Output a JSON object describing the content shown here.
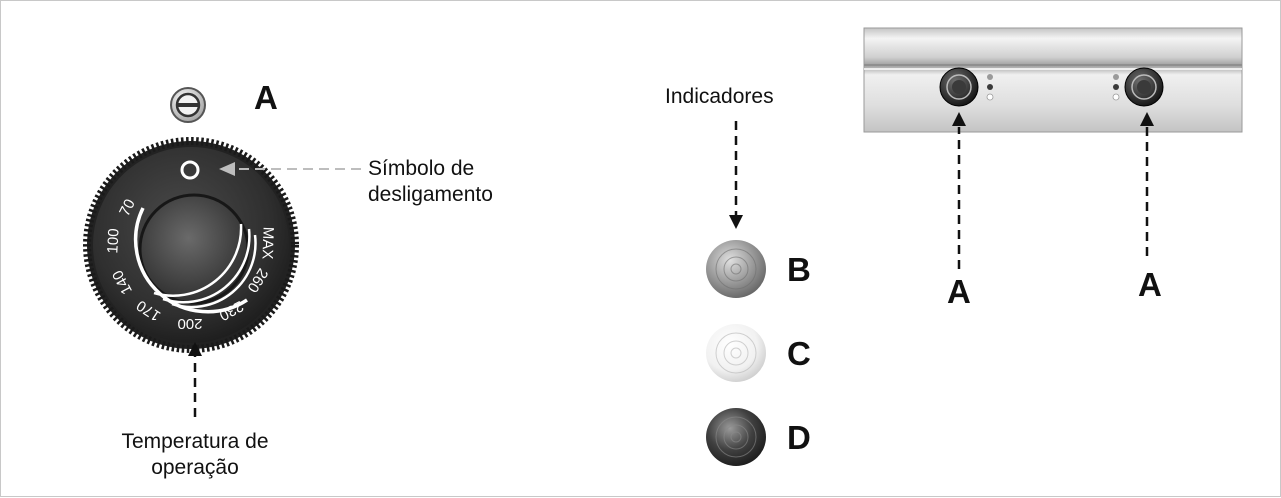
{
  "knob": {
    "letter": "A",
    "off_label_line1": "Símbolo de",
    "off_label_line2": "desligamento",
    "temp_label_line1": "Temperatura de",
    "temp_label_line2": "operação",
    "off_symbol": "O",
    "scale": [
      "70",
      "100",
      "140",
      "170",
      "200",
      "230",
      "260",
      "MAX"
    ]
  },
  "indicators": {
    "title": "Indicadores",
    "items": [
      {
        "letter": "B",
        "state": "gray"
      },
      {
        "letter": "C",
        "state": "white"
      },
      {
        "letter": "D",
        "state": "dark"
      }
    ]
  },
  "panel": {
    "knob_labels": [
      "A",
      "A"
    ]
  },
  "colors": {
    "dial": "#2f2f2f",
    "arrow": "#111111",
    "off_arrow": "#bdbdbd",
    "panel": "#e6e6e6"
  },
  "icons": [
    "lock-icon",
    "off-symbol-icon",
    "control-knob-icon",
    "indicator-light-icon"
  ]
}
